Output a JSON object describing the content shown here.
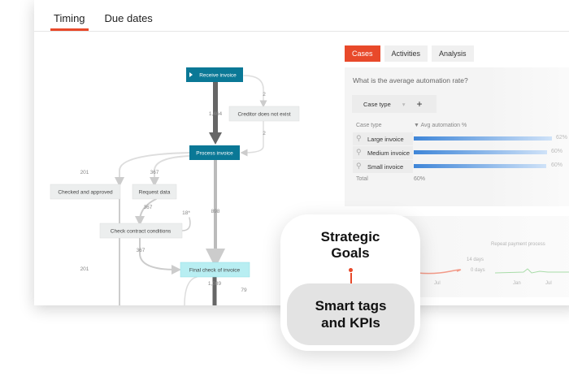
{
  "top_tabs": [
    {
      "label": "Timing",
      "active": true
    },
    {
      "label": "Due dates",
      "active": false
    }
  ],
  "process_map": {
    "nodes": [
      {
        "id": "receive",
        "label": "Receive invoice",
        "style": "primary",
        "start_icon": "play-icon"
      },
      {
        "id": "creditor",
        "label": "Creditor does not exist",
        "style": "default"
      },
      {
        "id": "process",
        "label": "Process invoice",
        "style": "primary"
      },
      {
        "id": "checked",
        "label": "Checked and approved",
        "style": "default"
      },
      {
        "id": "request",
        "label": "Request data",
        "style": "default"
      },
      {
        "id": "contract",
        "label": "Check contract conditions",
        "style": "default"
      },
      {
        "id": "final",
        "label": "Final check of invoice",
        "style": "highlight"
      }
    ],
    "edges": [
      {
        "from": "receive",
        "to": "process",
        "label": "1,464"
      },
      {
        "from": "receive",
        "to": "creditor",
        "label": "2"
      },
      {
        "from": "creditor",
        "to": "process",
        "label": "2"
      },
      {
        "from": "process",
        "to": "checked",
        "label": "201"
      },
      {
        "from": "process",
        "to": "request",
        "label": "367"
      },
      {
        "from": "request",
        "to": "contract",
        "label": "367"
      },
      {
        "from": "contract",
        "to": "contract",
        "label": "18*"
      },
      {
        "from": "process",
        "to": "final",
        "label": "898"
      },
      {
        "from": "contract",
        "to": "final",
        "label": "367"
      },
      {
        "from": "checked",
        "to": "",
        "label": "201"
      },
      {
        "from": "final",
        "to": "",
        "label": "1,089"
      },
      {
        "from": "final",
        "to": "final",
        "label": "79"
      }
    ]
  },
  "right_tabs": [
    {
      "label": "Cases",
      "active": true
    },
    {
      "label": "Activities",
      "active": false
    },
    {
      "label": "Analysis",
      "active": false
    }
  ],
  "analysis": {
    "question": "What is the average automation rate?",
    "dropdown": "Case type",
    "add_label": "+",
    "col_case": "Case type",
    "col_avg": "▼ Avg automation %",
    "rows": [
      {
        "label": "Large invoice",
        "value": "62%",
        "pct": 62
      },
      {
        "label": "Medium invoice",
        "value": "60%",
        "pct": 60
      },
      {
        "label": "Small invoice",
        "value": "60%",
        "pct": 60
      }
    ],
    "total_label": "Total",
    "total_value": "60%"
  },
  "bottom_chart": {
    "title": "Repeat payment process",
    "y_ticks": [
      "14 days",
      "0 days"
    ],
    "x_ticks_left": [
      "Jul"
    ],
    "x_ticks_right": [
      "Jan",
      "Jul"
    ]
  },
  "overlay": {
    "top": "Strategic Goals",
    "bottom": "Smart tags and KPIs"
  },
  "colors": {
    "accent": "#e8492a",
    "node_primary": "#0a7896",
    "node_highlight": "#b8eef2",
    "node_default": "#eceeee"
  }
}
